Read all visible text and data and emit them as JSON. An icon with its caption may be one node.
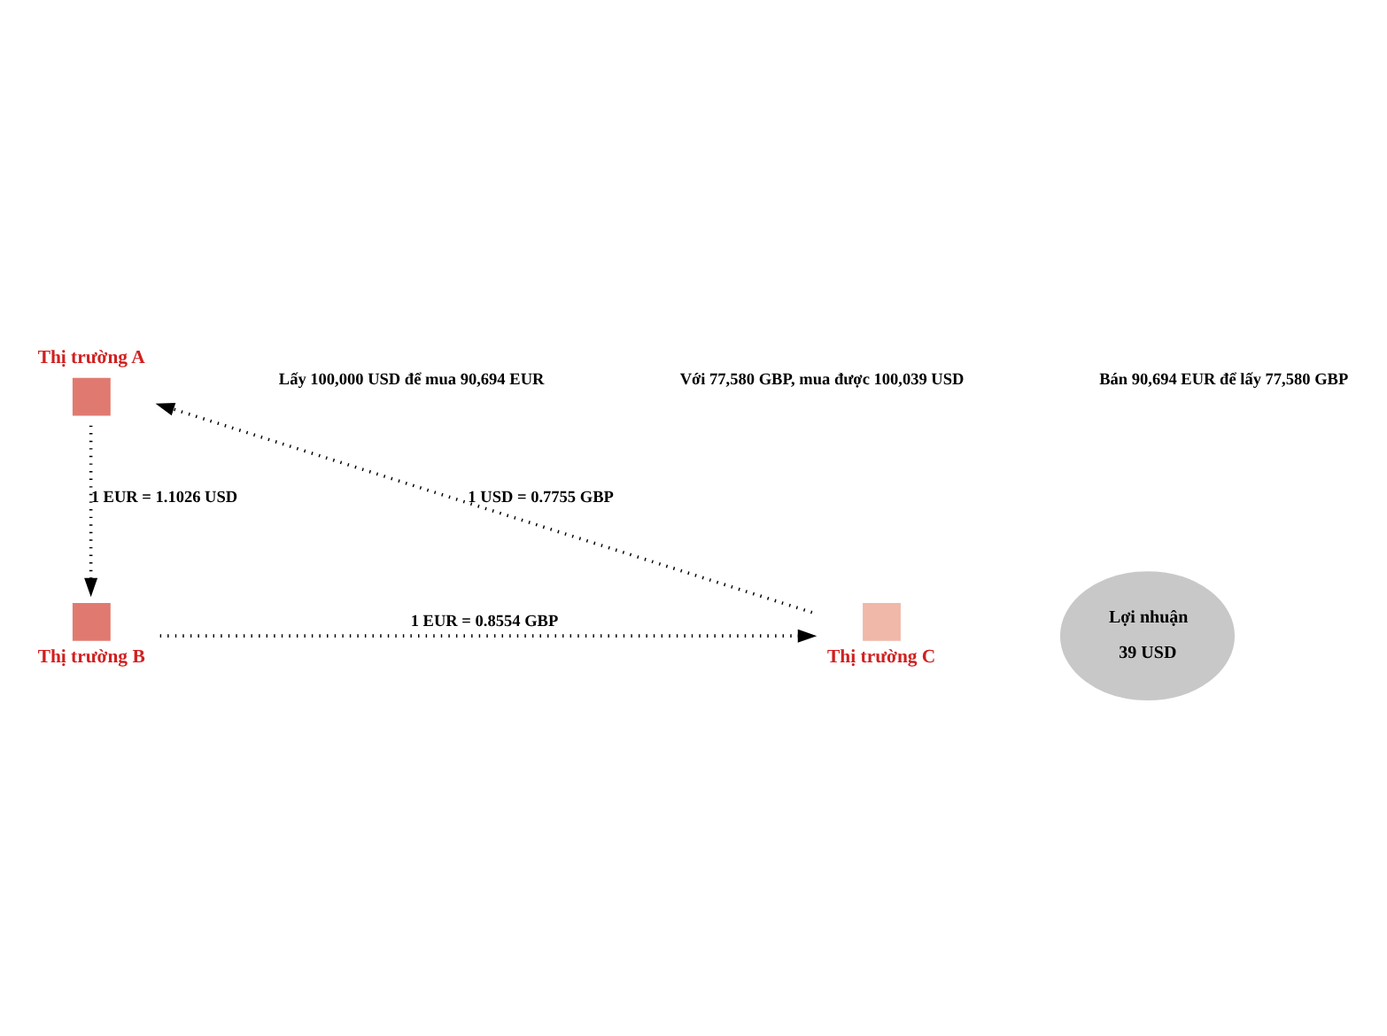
{
  "diagram": {
    "nodes": [
      {
        "text": [
          "Thị trường A"
        ]
      },
      {
        "text": [
          "Thị trường B"
        ]
      },
      {
        "text": [
          "Thị trường C"
        ]
      },
      {
        "text": [
          "Lợi nhuận",
          "39 USD"
        ]
      }
    ],
    "edges": [
      {
        "from": 0,
        "to": 1,
        "arrow": "to",
        "label": "1 EUR = 1.1026 USD"
      },
      {
        "from": 1,
        "to": 2,
        "arrow": "to",
        "label": "1 EUR = 0.8554 GBP"
      },
      {
        "from": 2,
        "to": 0,
        "arrow": "to",
        "label": "1 USD = 0.7755 GBP"
      }
    ],
    "labels": [
      "Lấy 100,000 USD để mua 90,694 EUR",
      "Với 77,580 GBP, mua được 100,039 USD",
      "Bán 90,694 EUR để lấy 77,580 GBP"
    ]
  }
}
